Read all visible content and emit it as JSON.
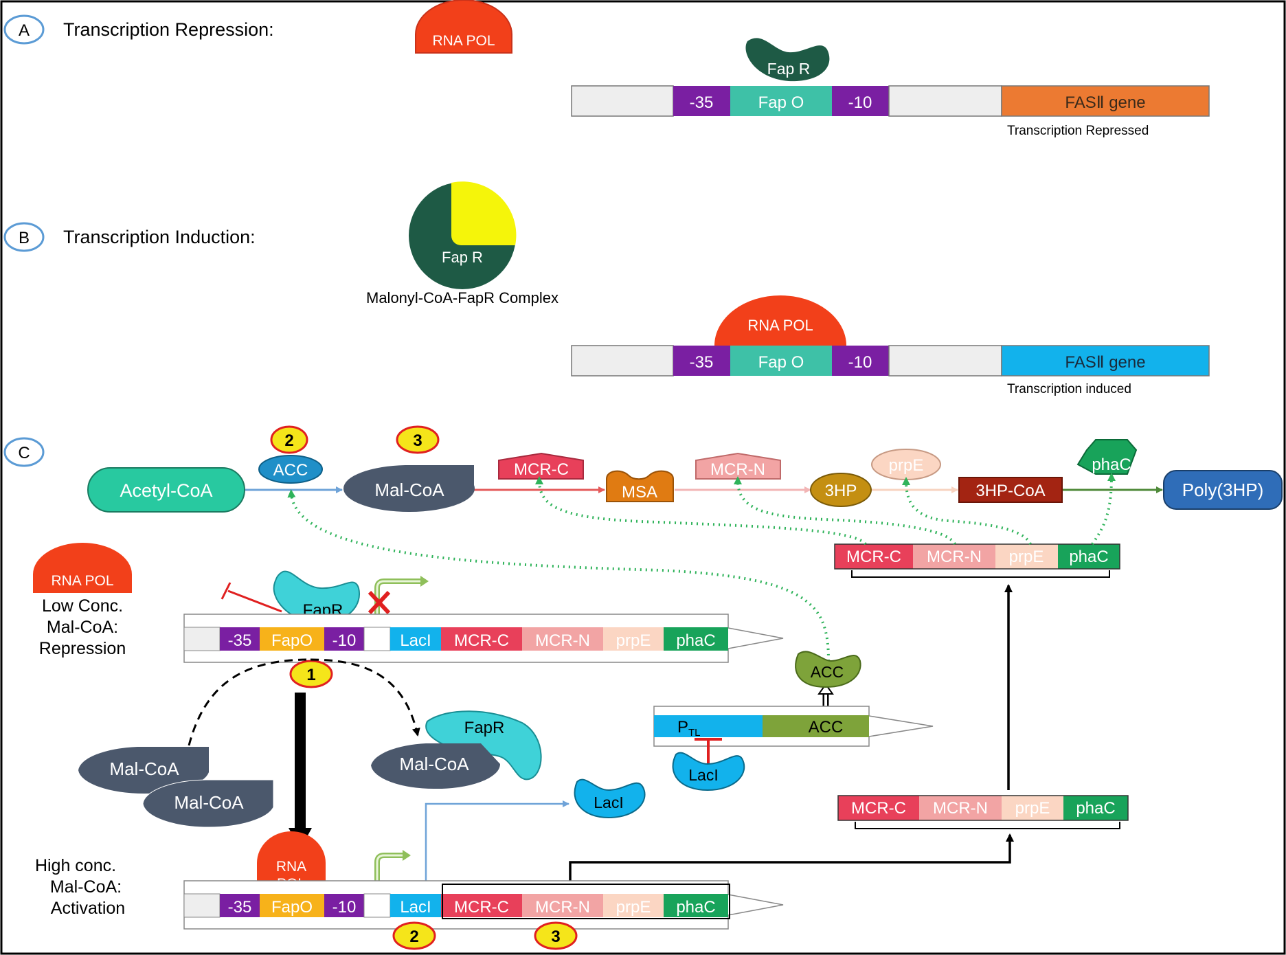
{
  "panel_a": {
    "circle_label": "A",
    "title": "Transcription Repression:",
    "rna_pol": "RNA POL",
    "fapr": "Fap R",
    "promoter": [
      "-35",
      "Fap O",
      "-10"
    ],
    "gene": "FASⅡ gene",
    "caption": "Transcription Repressed"
  },
  "panel_b": {
    "circle_label": "B",
    "title": "Transcription Induction:",
    "fapr": "Fap R",
    "complex_caption": "Malonyl-CoA-FapR  Complex",
    "rna_pol": "RNA POL",
    "promoter": [
      "-35",
      "Fap O",
      "-10"
    ],
    "gene": "FASⅡ gene",
    "caption": "Transcription induced"
  },
  "panel_c": {
    "circle_label": "C",
    "pathway": {
      "acetyl_coa": "Acetyl-CoA",
      "acc": "ACC",
      "mal_coa": "Mal-CoA",
      "mcr_c": "MCR-C",
      "msa": "MSA",
      "mcr_n": "MCR-N",
      "three_hp": "3HP",
      "prpe": "prpE",
      "three_hp_coa": "3HP-CoA",
      "phac": "phaC",
      "poly": "Poly(3HP)"
    },
    "step_badges": [
      "1",
      "2",
      "3"
    ],
    "operon": [
      "MCR-C",
      "MCR-N",
      "prpE",
      "phaC"
    ],
    "construct": [
      "-35",
      "FapO",
      "-10",
      "LacI",
      "MCR-C",
      "MCR-N",
      "prpE",
      "phaC"
    ],
    "low": {
      "rna_pol": "RNA POL",
      "label_lines": [
        "Low Conc.",
        "Mal-CoA:",
        "Repression"
      ],
      "fapr": "FapR"
    },
    "high": {
      "rna_pol_lines": [
        "RNA",
        "POL"
      ],
      "label_lines": [
        "High conc.",
        "Mal-CoA:",
        "Activation"
      ]
    },
    "mal_coa_free": [
      "Mal-CoA",
      "Mal-CoA"
    ],
    "complex": {
      "mal_coa": "Mal-CoA",
      "fapr": "FapR"
    },
    "ptl": {
      "p": "P",
      "sub": "TL",
      "acc": "ACC",
      "laci": "LacI",
      "acc_protein": "ACC"
    },
    "laci_free": "LacI"
  }
}
